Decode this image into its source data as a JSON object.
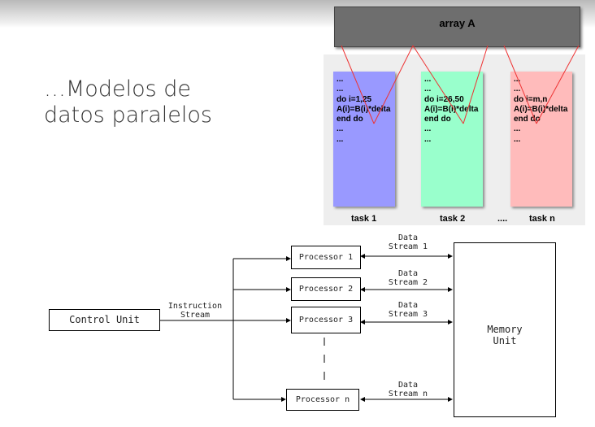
{
  "slide": {
    "title": "…Modelos de datos paralelos"
  },
  "array": {
    "label": "array A"
  },
  "tasks": [
    {
      "lines": [
        "...",
        "...",
        "do i=1,25",
        "A(i)=B(i)*delta",
        "end do",
        "...",
        "..."
      ],
      "label": "task 1",
      "color": "#9999ff"
    },
    {
      "lines": [
        "...",
        "...",
        "do i=26,50",
        "A(i)=B(i)*delta",
        "end do",
        "...",
        "..."
      ],
      "label": "task 2",
      "color": "#99ffcc"
    },
    {
      "lines": [
        "...",
        "...",
        "do i=m,n",
        "A(i)=B(i)*delta",
        "end do",
        "...",
        "..."
      ],
      "label": "task n",
      "color": "#ffbbbb"
    }
  ],
  "tasks_ellipsis": "....",
  "simd": {
    "control_unit": "Control Unit",
    "instruction_stream": [
      "Instruction",
      "Stream"
    ],
    "processors": [
      "Processor 1",
      "Processor 2",
      "Processor 3",
      "Processor n"
    ],
    "data_streams": [
      [
        "Data",
        "Stream 1"
      ],
      [
        "Data",
        "Stream 2"
      ],
      [
        "Data",
        "Stream 3"
      ],
      [
        "Data",
        "Stream n"
      ]
    ],
    "memory_unit": [
      "Memory",
      "Unit"
    ]
  }
}
